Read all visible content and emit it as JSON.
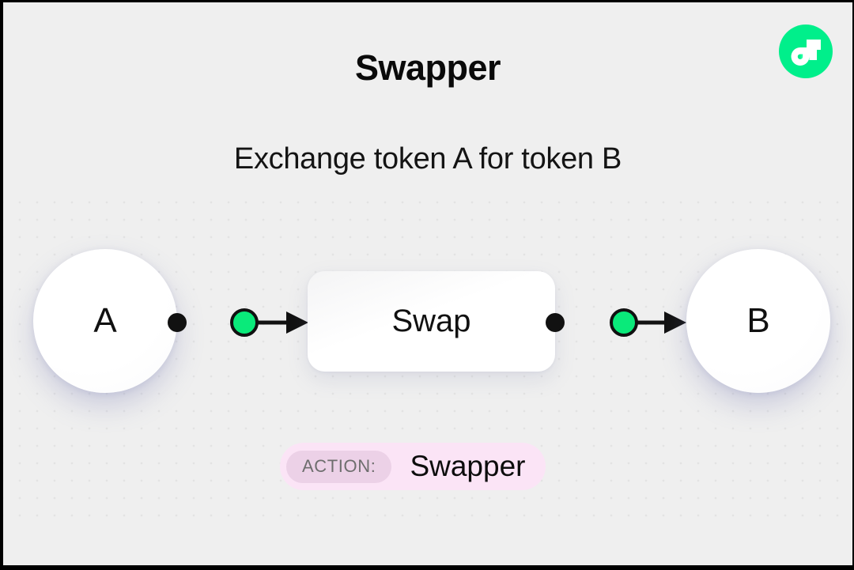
{
  "card": {
    "background_color": "#efefef",
    "border_color": "#000000"
  },
  "header": {
    "title": "Swapper",
    "subtitle": "Exchange token A for token B"
  },
  "logo": {
    "name": "flow-logo-icon",
    "brand_color": "#00ef8b",
    "mark_color": "#ffffff",
    "accent_color": "#1fffa0"
  },
  "diagram": {
    "input_node": {
      "label": "A"
    },
    "process_node": {
      "label": "Swap"
    },
    "output_node": {
      "label": "B"
    },
    "connector_color": "#111111",
    "connector_node_color": "#0aea7a",
    "connectors": [
      {
        "from": "A",
        "to": "Swap"
      },
      {
        "from": "Swap",
        "to": "B"
      }
    ]
  },
  "action_badge": {
    "label": "ACTION:",
    "value": "Swapper",
    "pill_color": "#fbe4f6",
    "chip_color": "#ecd1e7",
    "label_color": "#6e6e6e"
  }
}
